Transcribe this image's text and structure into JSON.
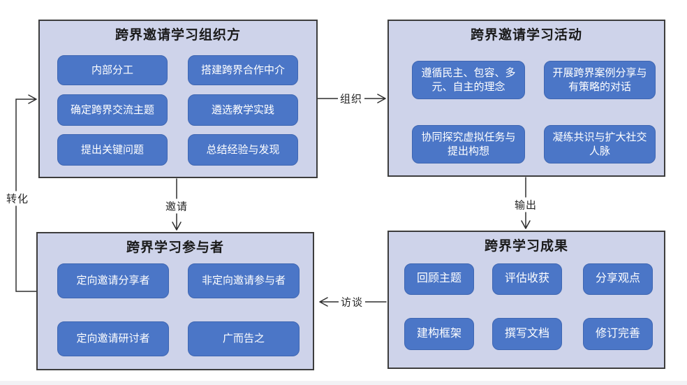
{
  "colors": {
    "panel_fill": "#ced3ea",
    "panel_border": "#3d3d3d",
    "item_fill": "#4b76c7",
    "item_border": "#3e66b2",
    "item_text": "#ffffff",
    "arrow": "#2e2e2e"
  },
  "panels": [
    {
      "id": "organizer",
      "title": "跨界邀请学习组织方",
      "items": [
        "内部分工",
        "搭建跨界合作中介",
        "确定跨界交流主题",
        "遴选教学实践",
        "提出关键问题",
        "总结经验与发现"
      ]
    },
    {
      "id": "activities",
      "title": "跨界邀请学习活动",
      "items": [
        "遵循民主、包容、多元、自主的理念",
        "开展跨界案例分享与有策略的对话",
        "协同探究虚拟任务与提出构想",
        "凝练共识与扩大社交人脉"
      ]
    },
    {
      "id": "participants",
      "title": "跨界学习参与者",
      "items": [
        "定向邀请分享者",
        "非定向邀请参与者",
        "定向邀请研讨者",
        "广而告之"
      ]
    },
    {
      "id": "outcomes",
      "title": "跨界学习成果",
      "items": [
        "回顾主题",
        "评估收获",
        "分享观点",
        "建构框架",
        "撰写文档",
        "修订完善"
      ]
    }
  ],
  "arrows": [
    {
      "label": "组织",
      "from": "organizer",
      "to": "activities"
    },
    {
      "label": "邀请",
      "from": "organizer",
      "to": "participants"
    },
    {
      "label": "输出",
      "from": "activities",
      "to": "outcomes"
    },
    {
      "label": "访谈",
      "from": "outcomes",
      "to": "participants"
    },
    {
      "label": "转化",
      "from": "participants",
      "to": "organizer"
    }
  ]
}
